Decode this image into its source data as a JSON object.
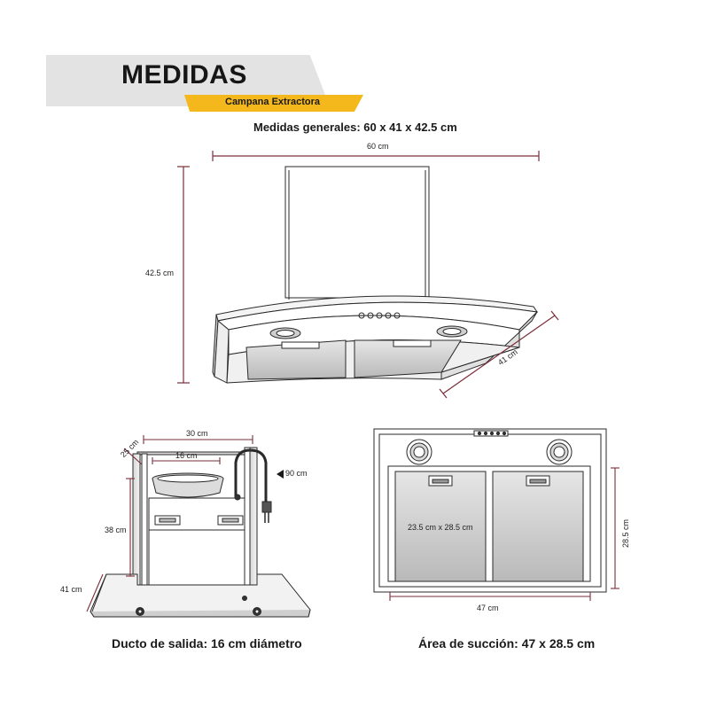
{
  "header": {
    "title": "MEDIDAS",
    "subtitle": "Campana Extractora"
  },
  "general": {
    "caption": "Medidas generales: 60 x 41 x 42.5 cm",
    "width_label": "60 cm",
    "height_label": "42.5 cm",
    "depth_label": "41 cm"
  },
  "side_view": {
    "top_width": "30 cm",
    "top_depth": "25 cm",
    "duct_label": "16 cm",
    "angle_label": "90 cm",
    "height_label": "38 cm",
    "depth_label": "41 cm",
    "caption": "Ducto de salida: 16 cm diámetro"
  },
  "bottom_view": {
    "filter_label": "23.5 cm x 28.5 cm",
    "width_label": "47 cm",
    "height_label": "28.5 cm",
    "caption": "Área de succión: 47 x 28.5 cm"
  },
  "colors": {
    "accent": "#f4b71c",
    "banner": "#e3e3e3",
    "dimension_line": "#7a2e3a",
    "outline": "#2a2a2a"
  }
}
